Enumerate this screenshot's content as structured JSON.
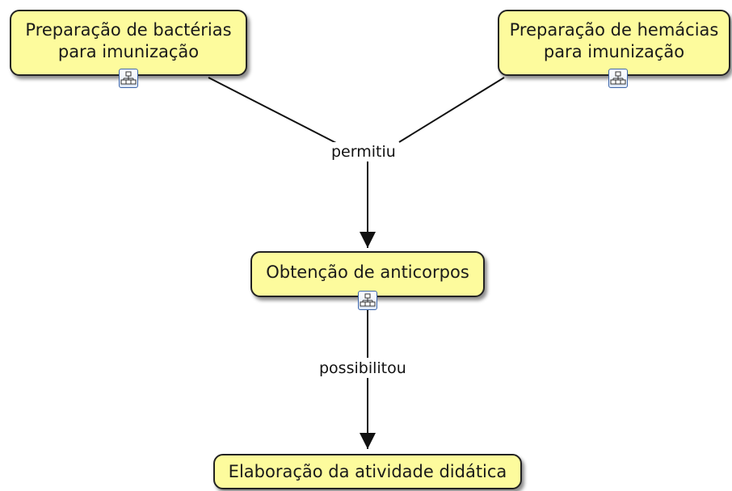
{
  "diagram": {
    "nodes": {
      "bacteria": {
        "label": "Preparação de bactérias\npara imunização",
        "has_submap": true
      },
      "hemacias": {
        "label": "Preparação de hemácias\npara imunização",
        "has_submap": true
      },
      "anticorpos": {
        "label": "Obtenção de anticorpos",
        "has_submap": true
      },
      "atividade": {
        "label": "Elaboração da atividade didática",
        "has_submap": false
      }
    },
    "links": {
      "permitiu": "permitiu",
      "possibilitou": "possibilitou"
    },
    "icons": {
      "submap": "concept-map-icon"
    },
    "colors": {
      "node_fill": "#fdfb9d",
      "node_border": "#222222",
      "line": "#111111"
    }
  }
}
